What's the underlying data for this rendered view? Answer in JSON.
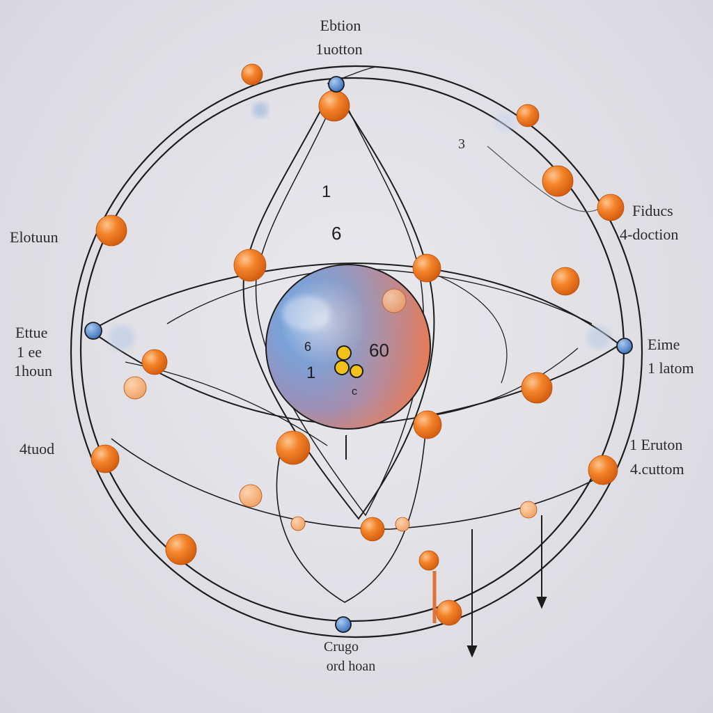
{
  "labels": {
    "top_line1": "Ebtion",
    "top_line2": "1uotton",
    "right_upper_line1": "Fiducs",
    "right_upper_line2": "4-doction",
    "left_upper": "Elotuun",
    "left_mid_line1": "Ettue",
    "left_mid_line2": "1 ee",
    "left_mid_line3": "1houn",
    "right_mid_line1": "Eime",
    "right_mid_line2": "1 latom",
    "left_lower": "4tuod",
    "right_lower_line1": "1 Eruton",
    "right_lower_line2": "4.cuttom",
    "bottom_line1": "Crugo",
    "bottom_line2": "ord hoan",
    "upper_right_mark": "3"
  },
  "numbers": {
    "upper_1": "1",
    "upper_6": "6",
    "nucleus_right": "60",
    "nucleus_left_top": "6",
    "nucleus_left": "1",
    "nucleus_bottom": "c",
    "below_nucleus": "1"
  },
  "colors": {
    "electron_orange": "#ef7a22",
    "electron_blue": "#5a8fd0",
    "nucleus_blue": "#6f9bd6",
    "nucleus_orange": "#e07a5a",
    "line": "#1c1c1c",
    "proton_yellow": "#f2c21b"
  }
}
